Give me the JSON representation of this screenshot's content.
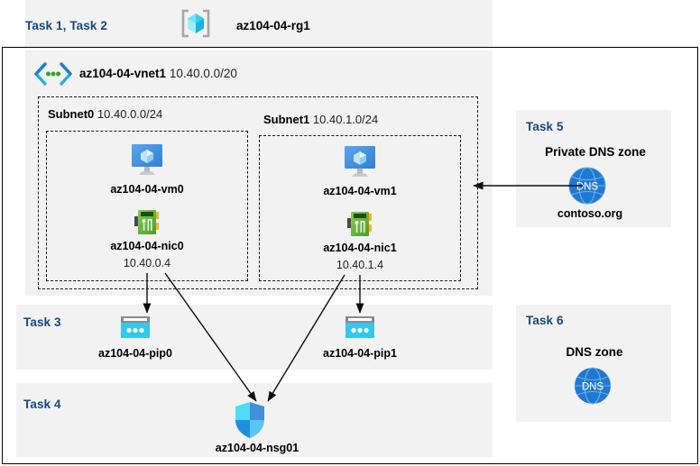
{
  "diagram": {
    "title_context": "Azure AZ-104 lab resource diagram",
    "colors": {
      "task_label": "#17477e",
      "panel_bg": "#f2f2f2",
      "page_bg": "#ffffff",
      "outline": "#000000",
      "dashed": "#1a1a1a",
      "dns_blue": "#1f78d1",
      "pip_cyan": "#32c8ef",
      "nic_green": "#5fb133",
      "vm_blue": "#4a9ae8",
      "rg_cube": "#5fd8f2",
      "vnet_bracket": "#2fb3d9",
      "vnet_dot": "#3a9f2f",
      "nsg_shield": "#1e9cf0"
    }
  },
  "resource_group": {
    "task_label": "Task 1, Task 2",
    "icon": "resource-group-icon",
    "name": "az104-04-rg1"
  },
  "vnet": {
    "icon": "virtual-network-icon",
    "name": "az104-04-vnet1",
    "address_space": "10.40.0.0/20"
  },
  "subnets": [
    {
      "name": "Subnet0",
      "address_prefix": "10.40.0.0/24",
      "vm": {
        "icon": "virtual-machine-icon",
        "name": "az104-04-vm0"
      },
      "nic": {
        "icon": "network-interface-icon",
        "name": "az104-04-nic0",
        "private_ip": "10.40.0.4"
      }
    },
    {
      "name": "Subnet1",
      "address_prefix": "10.40.1.0/24",
      "vm": {
        "icon": "virtual-machine-icon",
        "name": "az104-04-vm1"
      },
      "nic": {
        "icon": "network-interface-icon",
        "name": "az104-04-nic1",
        "private_ip": "10.40.1.4"
      }
    }
  ],
  "public_ips": {
    "task_label": "Task 3",
    "items": [
      {
        "icon": "public-ip-address-icon",
        "name": "az104-04-pip0"
      },
      {
        "icon": "public-ip-address-icon",
        "name": "az104-04-pip1"
      }
    ]
  },
  "nsg": {
    "task_label": "Task 4",
    "icon": "network-security-group-icon",
    "name": "az104-04-nsg01"
  },
  "private_dns_zone": {
    "task_label": "Task 5",
    "title": "Private DNS zone",
    "icon": "dns-zone-icon",
    "icon_text": "DNS",
    "name": "contoso.org"
  },
  "dns_zone": {
    "task_label": "Task 6",
    "title": "DNS zone",
    "icon": "dns-zone-icon",
    "icon_text": "DNS"
  }
}
